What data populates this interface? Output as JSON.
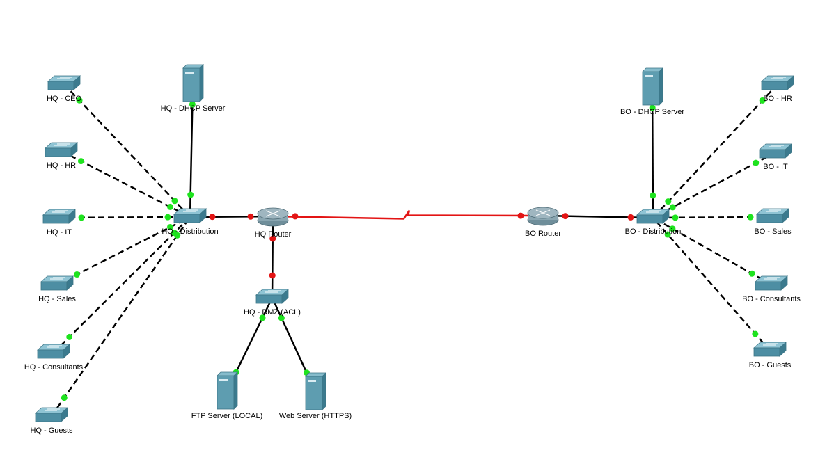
{
  "colors": {
    "switch_top": "#8fc4d4",
    "switch_front": "#4d8ea3",
    "server": "#5e9db0",
    "router": "#9fb6c0",
    "link": "#000000",
    "wan_link": "#e31414",
    "status_up": "#1ee31e",
    "status_down": "#e31414"
  },
  "devices": [
    {
      "id": "hq-ceo",
      "type": "switch",
      "label": "HQ - CEO"
    },
    {
      "id": "hq-hr",
      "type": "switch",
      "label": "HQ - HR"
    },
    {
      "id": "hq-it",
      "type": "switch",
      "label": "HQ - IT"
    },
    {
      "id": "hq-sales",
      "type": "switch",
      "label": "HQ - Sales"
    },
    {
      "id": "hq-consultants",
      "type": "switch",
      "label": "HQ - Consultants"
    },
    {
      "id": "hq-guests",
      "type": "switch",
      "label": "HQ - Guests"
    },
    {
      "id": "hq-dhcp",
      "type": "server",
      "label": "HQ - DHCP Server"
    },
    {
      "id": "hq-dist",
      "type": "switch",
      "label": "HQ - Distribution"
    },
    {
      "id": "hq-router",
      "type": "router",
      "label": "HQ Router"
    },
    {
      "id": "hq-dmz",
      "type": "switch",
      "label": "HQ - DMZ (ACL)"
    },
    {
      "id": "ftp",
      "type": "server",
      "label": "FTP Server (LOCAL)"
    },
    {
      "id": "web",
      "type": "server",
      "label": "Web Server (HTTPS)"
    },
    {
      "id": "bo-router",
      "type": "router",
      "label": "BO Router"
    },
    {
      "id": "bo-dist",
      "type": "switch",
      "label": "BO - Distribution"
    },
    {
      "id": "bo-dhcp",
      "type": "server",
      "label": "BO - DHCP Server"
    },
    {
      "id": "bo-hr",
      "type": "switch",
      "label": "BO - HR"
    },
    {
      "id": "bo-it",
      "type": "switch",
      "label": "BO - IT"
    },
    {
      "id": "bo-sales",
      "type": "switch",
      "label": "BO - Sales"
    },
    {
      "id": "bo-consultants",
      "type": "switch",
      "label": "BO - Consultants"
    },
    {
      "id": "bo-guests",
      "type": "switch",
      "label": "BO - Guests"
    }
  ],
  "links": [
    {
      "from": "hq-ceo",
      "to": "hq-dist",
      "style": "dashed",
      "status": "up"
    },
    {
      "from": "hq-hr",
      "to": "hq-dist",
      "style": "dashed",
      "status": "up"
    },
    {
      "from": "hq-it",
      "to": "hq-dist",
      "style": "dashed",
      "status": "up"
    },
    {
      "from": "hq-sales",
      "to": "hq-dist",
      "style": "dashed",
      "status": "up"
    },
    {
      "from": "hq-consultants",
      "to": "hq-dist",
      "style": "dashed",
      "status": "up"
    },
    {
      "from": "hq-guests",
      "to": "hq-dist",
      "style": "dashed",
      "status": "up"
    },
    {
      "from": "hq-dhcp",
      "to": "hq-dist",
      "style": "solid",
      "status": "up"
    },
    {
      "from": "hq-dist",
      "to": "hq-router",
      "style": "solid",
      "status": "down"
    },
    {
      "from": "hq-router",
      "to": "hq-dmz",
      "style": "solid",
      "status": "down"
    },
    {
      "from": "hq-dmz",
      "to": "ftp",
      "style": "solid",
      "status": "up"
    },
    {
      "from": "hq-dmz",
      "to": "web",
      "style": "solid",
      "status": "up"
    },
    {
      "from": "hq-router",
      "to": "bo-router",
      "style": "serial",
      "status": "down"
    },
    {
      "from": "bo-router",
      "to": "bo-dist",
      "style": "solid",
      "status": "down"
    },
    {
      "from": "bo-dhcp",
      "to": "bo-dist",
      "style": "solid",
      "status": "up"
    },
    {
      "from": "bo-hr",
      "to": "bo-dist",
      "style": "dashed",
      "status": "up"
    },
    {
      "from": "bo-it",
      "to": "bo-dist",
      "style": "dashed",
      "status": "up"
    },
    {
      "from": "bo-sales",
      "to": "bo-dist",
      "style": "dashed",
      "status": "up"
    },
    {
      "from": "bo-consultants",
      "to": "bo-dist",
      "style": "dashed",
      "status": "up"
    },
    {
      "from": "bo-guests",
      "to": "bo-dist",
      "style": "dashed",
      "status": "up"
    }
  ]
}
